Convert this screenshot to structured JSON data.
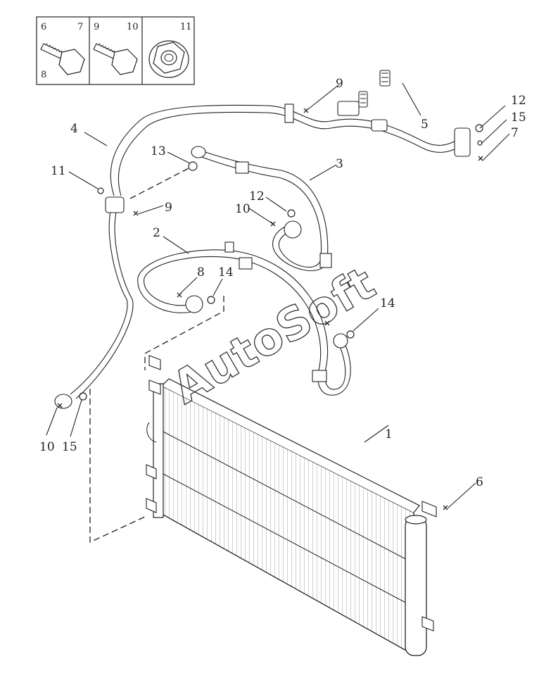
{
  "inset": {
    "boxes": [
      {
        "top_left": "6",
        "top_right": "7",
        "bottom_left": "8"
      },
      {
        "top_left": "9",
        "top_right": "10"
      },
      {
        "top_right": "11"
      }
    ]
  },
  "callouts": [
    {
      "id": "c1",
      "text": "1"
    },
    {
      "id": "c2",
      "text": "2"
    },
    {
      "id": "c3",
      "text": "3"
    },
    {
      "id": "c4",
      "text": "4"
    },
    {
      "id": "c5",
      "text": "5"
    },
    {
      "id": "c6",
      "text": "6"
    },
    {
      "id": "c7",
      "text": "7"
    },
    {
      "id": "c8",
      "text": "8"
    },
    {
      "id": "c9a",
      "text": "9"
    },
    {
      "id": "c9b",
      "text": "9"
    },
    {
      "id": "c10a",
      "text": "10"
    },
    {
      "id": "c10b",
      "text": "10"
    },
    {
      "id": "c11",
      "text": "11"
    },
    {
      "id": "c12a",
      "text": "12"
    },
    {
      "id": "c12b",
      "text": "12"
    },
    {
      "id": "c13",
      "text": "13"
    },
    {
      "id": "c14a",
      "text": "14"
    },
    {
      "id": "c14b",
      "text": "14"
    },
    {
      "id": "c15a",
      "text": "15"
    },
    {
      "id": "c15b",
      "text": "15"
    }
  ],
  "watermark": "AutoSoft"
}
